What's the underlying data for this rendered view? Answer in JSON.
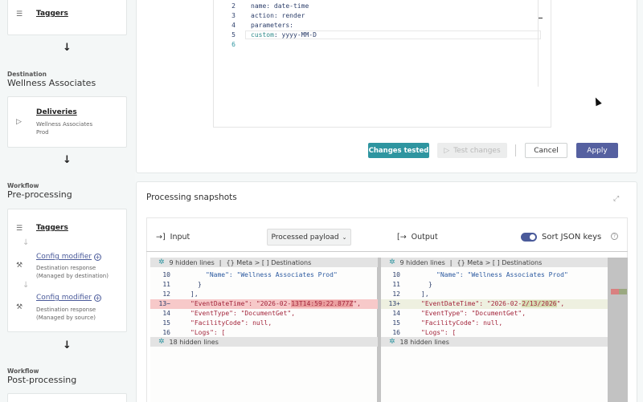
{
  "sidebar": {
    "top_card": {
      "item": "Taggers",
      "icon": "list-icon"
    },
    "destination": {
      "label": "Destination",
      "title": "Wellness Associates"
    },
    "deliveries_card": {
      "item": "Deliveries",
      "sub": "Wellness Associates Prod",
      "sub_line1": "Wellness Associates",
      "sub_line2": "Prod",
      "icon": "send-icon"
    },
    "preprocessing": {
      "label": "Workflow",
      "title": "Pre-processing"
    },
    "pre_card": {
      "taggers": "Taggers",
      "modifiers": [
        {
          "label": "Config modifier",
          "sub_line1": "Destination response",
          "sub_line2": "(Managed by destination)"
        },
        {
          "label": "Config modifier",
          "sub_line1": "Destination response",
          "sub_line2": "(Managed by source)"
        }
      ]
    },
    "postprocessing": {
      "label": "Workflow",
      "title": "Post-processing"
    }
  },
  "editor": {
    "lines": [
      {
        "n": "2",
        "key": "name",
        "val": " date-time"
      },
      {
        "n": "3",
        "key": "action",
        "val": " render"
      },
      {
        "n": "4",
        "key": "parameters",
        "val": ""
      },
      {
        "n": "5",
        "key": "  custom",
        "val": " yyyy-MM-D"
      },
      {
        "n": "6",
        "key": "",
        "val": ""
      }
    ]
  },
  "actions": {
    "changes_tested": "Changes tested",
    "test_changes": "Test changes",
    "cancel": "Cancel",
    "apply": "Apply"
  },
  "snapshots": {
    "title": "Processing snapshots",
    "input_label": "Input",
    "payload_select": "Processed payload",
    "output_label": "Output",
    "sort_label": "Sort JSON keys",
    "sort_enabled": true,
    "fold_top": "9 hidden lines",
    "breadcrumb": "{} Meta > [ ] Destinations",
    "fold_bottom": "18 hidden lines",
    "left_lines": [
      {
        "n": "10",
        "code": "\"Name\": \"Wellness Associates Prod\""
      },
      {
        "n": "11",
        "code": "}"
      },
      {
        "n": "12",
        "code": "],"
      },
      {
        "n": "13−",
        "code_prefix": "\"EventDateTime\": \"2026-02-",
        "code_hl": "13T14:59:22.877Z",
        "code_suffix": "\","
      },
      {
        "n": "14",
        "code": "\"EventType\": \"DocumentGet\","
      },
      {
        "n": "15",
        "code": "\"FacilityCode\": null,"
      },
      {
        "n": "16",
        "code": "\"Logs\": ["
      }
    ],
    "right_lines": [
      {
        "n": "10",
        "code": "\"Name\": \"Wellness Associates Prod\""
      },
      {
        "n": "11",
        "code": "}"
      },
      {
        "n": "12",
        "code": "],"
      },
      {
        "n": "13+",
        "code_prefix": "\"EventDateTime\": \"2026-02-",
        "code_hl": "2/13/2026",
        "code_suffix": "\","
      },
      {
        "n": "14",
        "code": "\"EventType\": \"DocumentGet\","
      },
      {
        "n": "15",
        "code": "\"FacilityCode\": null,"
      },
      {
        "n": "16",
        "code": "\"Logs\": ["
      }
    ]
  },
  "colors": {
    "accent_teal": "#2e95a0",
    "accent_indigo": "#5560a0",
    "diff_removed": "#f7c9c9",
    "diff_added": "#eef0e0"
  }
}
